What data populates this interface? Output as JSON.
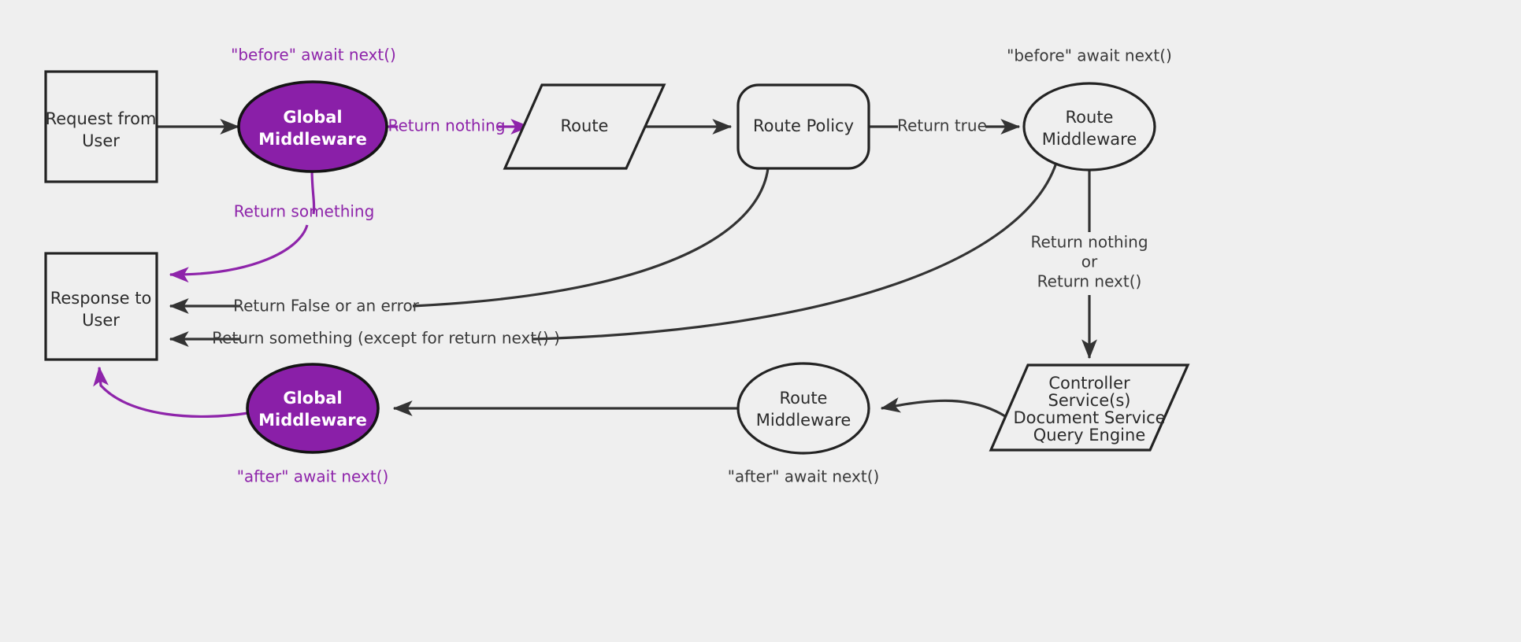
{
  "diagram": {
    "title": "Request lifecycle middleware flow",
    "background_color": "#efefef",
    "accent_color": "#8e24aa",
    "fill_node_color": "#8a1fa8",
    "line_color": "#333333",
    "nodes": {
      "request_from_user": {
        "line1": "Request from",
        "line2": "User"
      },
      "global_middleware_top": {
        "line1": "Global",
        "line2": "Middleware"
      },
      "route": {
        "line1": "Route"
      },
      "route_policy": {
        "line1": "Route Policy"
      },
      "route_middleware_top": {
        "line1": "Route",
        "line2": "Middleware"
      },
      "controller_stack": {
        "line1": "Controller",
        "line2": "Service(s)",
        "line3": "Document Service",
        "line4": "Query Engine"
      },
      "route_middleware_bottom": {
        "line1": "Route",
        "line2": "Middleware"
      },
      "global_middleware_bottom": {
        "line1": "Global",
        "line2": "Middleware"
      },
      "response_to_user": {
        "line1": "Response to",
        "line2": "User"
      }
    },
    "notes": {
      "before_await_next_global": "\"before\" await next()",
      "before_await_next_route": "\"before\" await next()",
      "after_await_next_global": "\"after\" await next()",
      "after_await_next_route": "\"after\" await next()"
    },
    "edge_labels": {
      "return_nothing": "Return nothing",
      "return_something": "Return something",
      "return_true": "Return true",
      "return_false_or_error": "Return False or an error",
      "return_something_except_next": "Return something (except for return next() )",
      "route_mw_result_line1": "Return nothing",
      "route_mw_result_line2": "or",
      "route_mw_result_line3": "Return next()"
    }
  }
}
